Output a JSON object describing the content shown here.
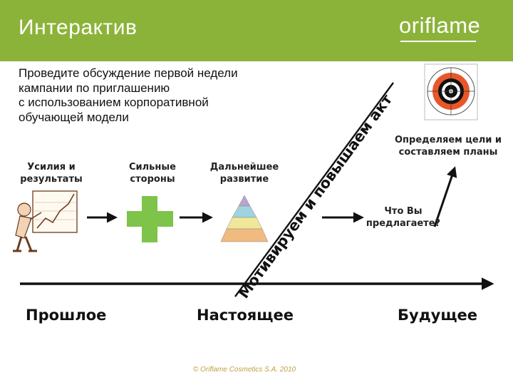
{
  "header": {
    "title": "Интерактив",
    "logo": "oriflame"
  },
  "intro_lines": [
    "Проведите обсуждение первой недели",
    "кампании по приглашению",
    "с использованием корпоративной",
    "обучающей модели"
  ],
  "labels": {
    "efforts": [
      "Усилия и",
      "результаты"
    ],
    "strengths": [
      "Сильные",
      "стороны"
    ],
    "development": [
      "Дальнейшее",
      "развитие"
    ],
    "goals": [
      "Определяем цели и",
      "составляем планы"
    ],
    "suggest": [
      "Что Вы",
      "предлагаете?"
    ]
  },
  "diagonal_text": "Мотивируем и повышаем активность",
  "timeline": {
    "past": "Прошлое",
    "present": "Настоящее",
    "future": "Будущее"
  },
  "footer": "© Oriflame Cosmetics S.A. 2010",
  "colors": {
    "header_green": "#8cb339",
    "cross_green": "#7ec34a",
    "target_orange": "#e8572a"
  }
}
